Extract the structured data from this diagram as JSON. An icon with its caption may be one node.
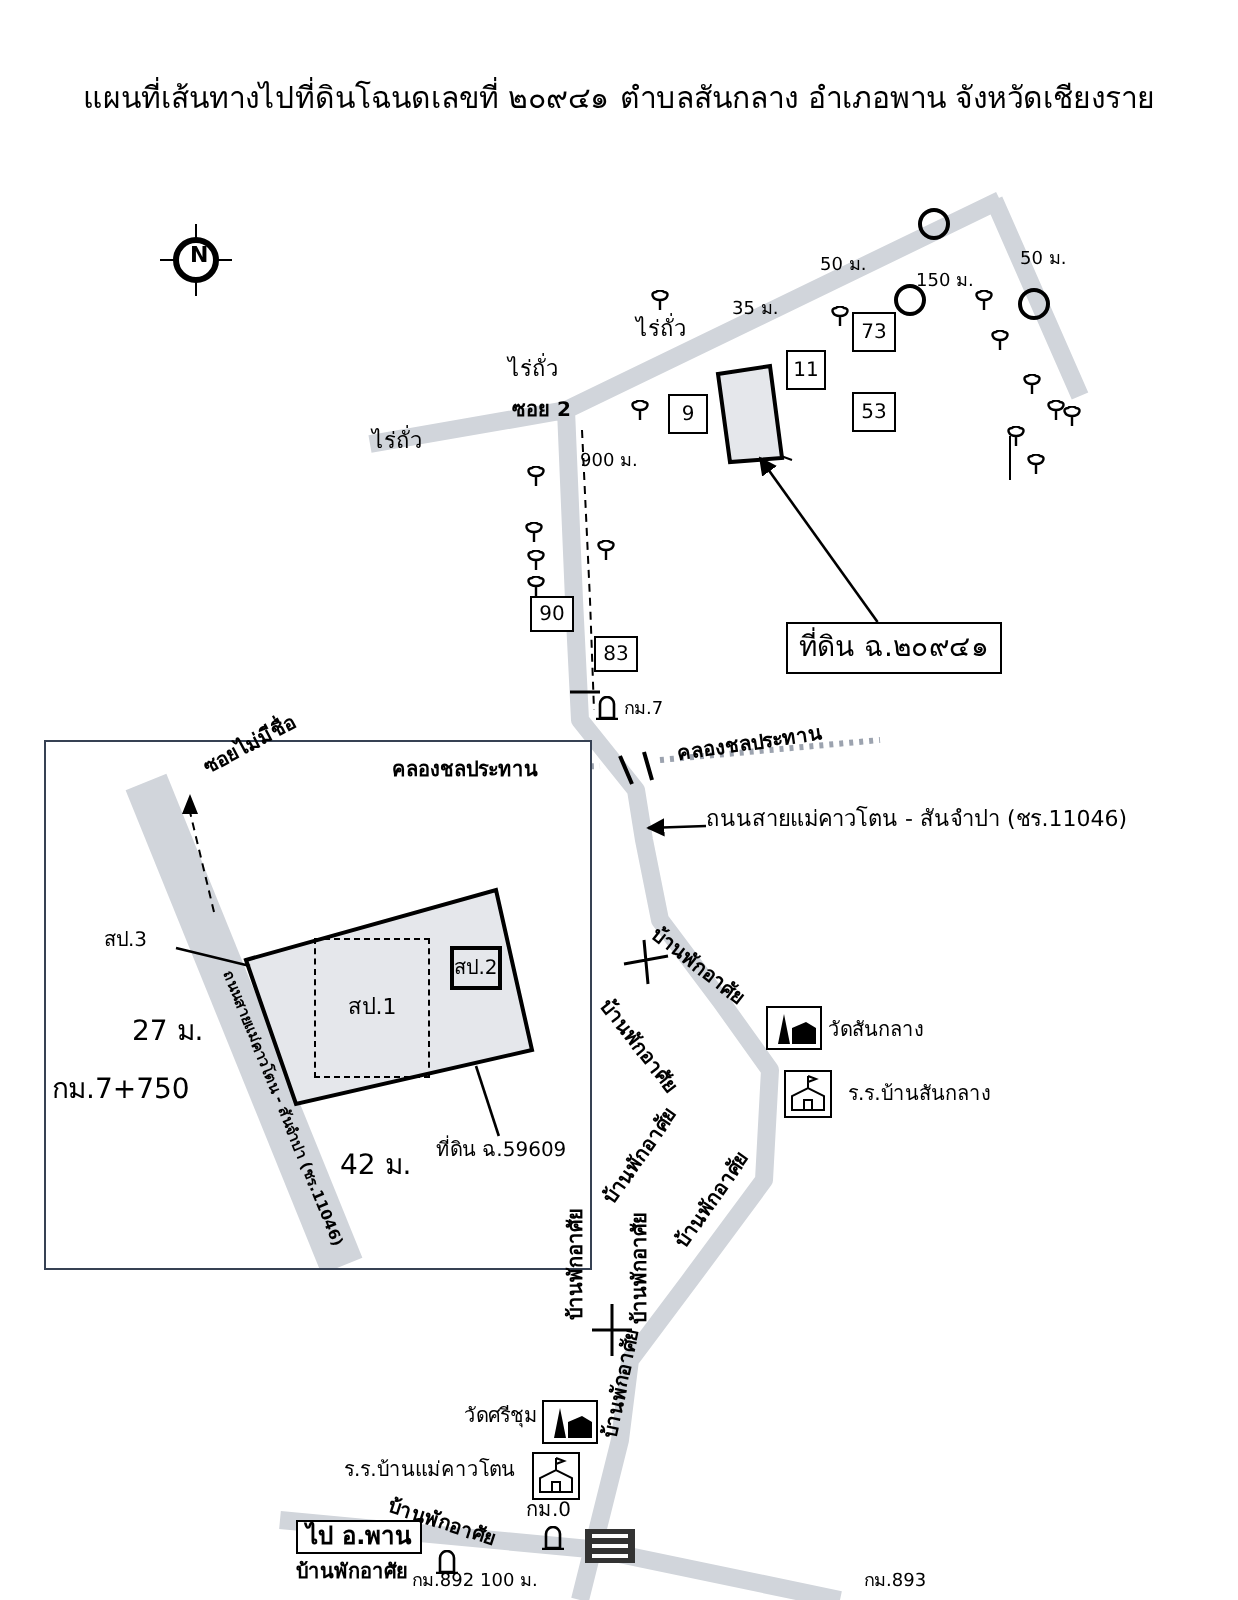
{
  "diagram": {
    "title": "แผนที่เส้นทางไปที่ดินโฉนดเลขที่ ๒๐๙๔๑ ตำบลสันกลาง อำเภอพาน จังหวัดเชียงราย",
    "nodes": [
      {
        "text": [
          "9"
        ]
      },
      {
        "text": [
          "11"
        ]
      },
      {
        "text": [
          "73"
        ]
      },
      {
        "text": [
          "53"
        ]
      },
      {
        "text": [],
        "shape": "box"
      },
      {
        "text": [
          "ที่ดิน ฉ.๒๐๙๔๑"
        ]
      },
      {
        "text": [
          "90"
        ]
      },
      {
        "text": [
          "83"
        ]
      },
      {
        "text": [
          "ถนนสายแม่คาวโตน - สันจำปา (ชร.11046)"
        ]
      },
      {
        "text": [],
        "shape": "box"
      },
      {
        "text": [],
        "shape": "box",
        "in": 9
      },
      {
        "text": [
          "สป.3"
        ],
        "in": 9
      },
      {
        "text": [
          "ที่ดิน ฉ.59609"
        ],
        "in": 9
      },
      {
        "text": [
          "สป.1"
        ],
        "in": 10
      },
      {
        "text": [
          "สป.2"
        ],
        "in": 10
      }
    ],
    "edges": [
      {
        "from": 5,
        "to": 4,
        "arrow": "to"
      },
      {
        "from": 8,
        "to": null,
        "arrow": "to"
      },
      {
        "from": 11,
        "to": 10,
        "arrow": "none"
      },
      {
        "from": 12,
        "to": 10,
        "arrow": "none"
      }
    ],
    "labels": [
      "N",
      "ไร่ถั่ว",
      "ไร่ถั่ว",
      "ไร่ถั่ว",
      "ซอย 2",
      "900 ม.",
      "35 ม.",
      "50 ม.",
      "150 ม.",
      "50 ม.",
      "กม.7",
      "คลองชลประทาน",
      "คลองชลประทาน",
      "บ้านพักอาศัย",
      "บ้านพักอาศัย",
      "วัดสันกลาง",
      "ร.ร.บ้านสันกลาง",
      "บ้านพักอาศัย",
      "บ้านพักอาศัย",
      "บ้านพักอาศัย",
      "บ้านพักอาศัย",
      "บ้านพักอาศัย",
      "วัดศรีชุม",
      "ร.ร.บ้านแม่คาวโตน",
      "กม.0",
      "ไป อ.พาน",
      "บ้านพักอาศัย",
      "บ้านพักอาศัย",
      "กม.892",
      "100 ม.",
      "กม.893",
      "ซอยไม่มีชื่อ",
      "27 ม.",
      "กม.7+750",
      "42 ม.",
      "ถนนสายแม่คาวโตน - สันจำปา (ชร.11046)"
    ]
  }
}
